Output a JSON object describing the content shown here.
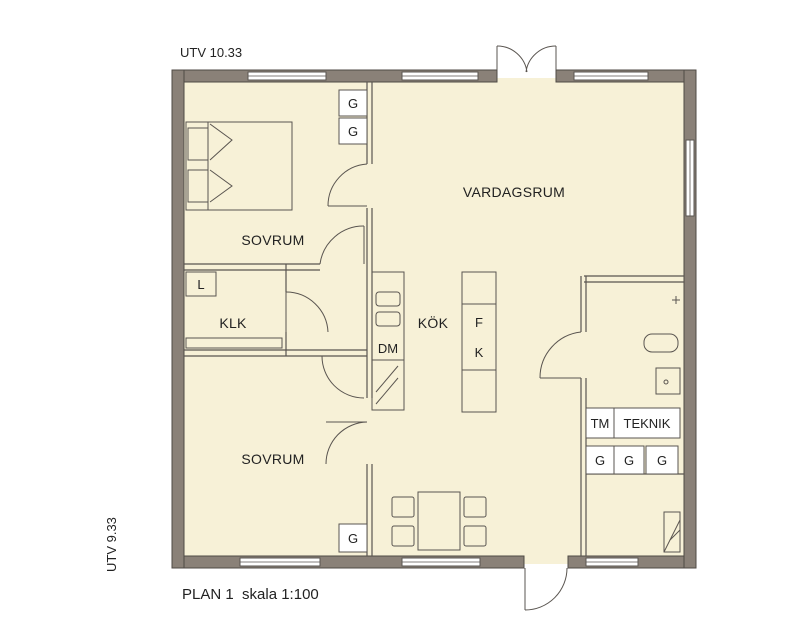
{
  "dims": {
    "width_label": "UTV 10.33",
    "height_label": "UTV 9.33"
  },
  "caption": "PLAN 1  skala 1:100",
  "rooms": {
    "vardagsrum": "VARDAGSRUM",
    "kok": "KÖK",
    "sovrum_top": "SOVRUM",
    "sovrum_bottom": "SOVRUM",
    "klk": "KLK"
  },
  "appliances": {
    "g_tl1": "G",
    "g_tl2": "G",
    "l": "L",
    "dm": "DM",
    "f": "F",
    "k": "K",
    "tm": "TM",
    "teknik": "TEKNIK",
    "g_r1": "G",
    "g_r2": "G",
    "g_r3": "G",
    "g_bl": "G"
  },
  "colors": {
    "floor": "#f7f1d7",
    "wall": "#8a8178",
    "line": "#5a5550",
    "window": "#ffffff"
  }
}
